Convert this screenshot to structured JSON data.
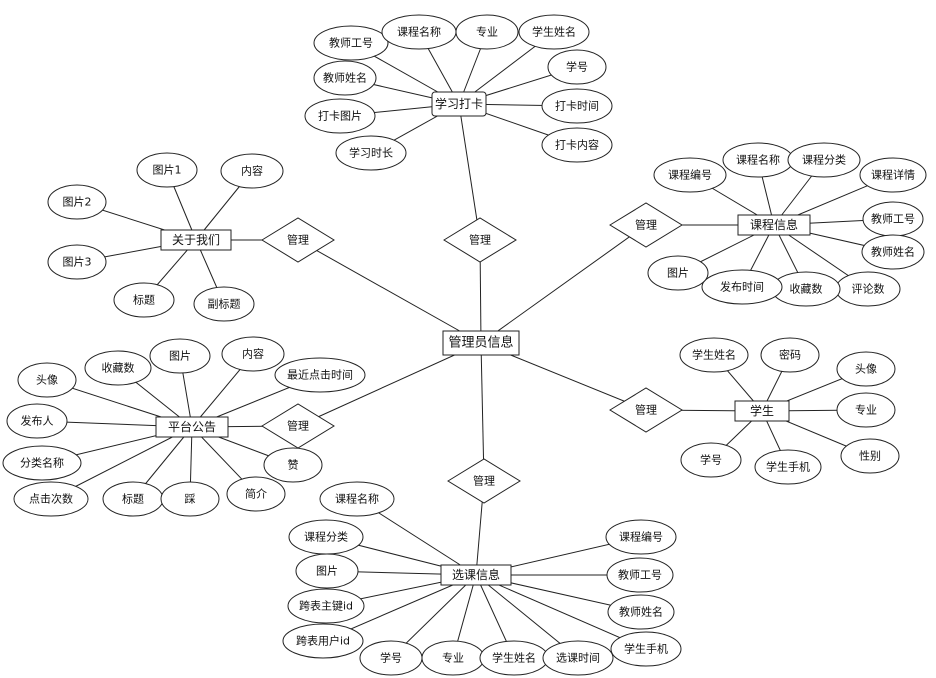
{
  "central": {
    "label": "管理员信息"
  },
  "relationships": [
    {
      "id": "r-top",
      "label": "管理"
    },
    {
      "id": "r-left-top",
      "label": "管理"
    },
    {
      "id": "r-left-bottom",
      "label": "管理"
    },
    {
      "id": "r-right-top",
      "label": "管理"
    },
    {
      "id": "r-right-bottom",
      "label": "管理"
    },
    {
      "id": "r-bottom",
      "label": "管理"
    }
  ],
  "entities": {
    "study_checkin": {
      "label": "学习打卡",
      "attributes": [
        "教师工号",
        "课程名称",
        "专业",
        "学生姓名",
        "学号",
        "打卡时间",
        "打卡内容",
        "学习时长",
        "打卡图片",
        "教师姓名"
      ]
    },
    "about_us": {
      "label": "关于我们",
      "attributes": [
        "图片1",
        "内容",
        "图片2",
        "图片3",
        "标题",
        "副标题"
      ]
    },
    "announcement": {
      "label": "平台公告",
      "attributes": [
        "头像",
        "收藏数",
        "图片",
        "内容",
        "最近点击时间",
        "发布人",
        "分类名称",
        "点击次数",
        "标题",
        "踩",
        "简介",
        "赞"
      ]
    },
    "course_info": {
      "label": "课程信息",
      "attributes": [
        "课程编号",
        "课程名称",
        "课程分类",
        "课程详情",
        "教师工号",
        "教师姓名",
        "评论数",
        "收藏数",
        "发布时间",
        "图片"
      ]
    },
    "student": {
      "label": "学生",
      "attributes": [
        "学生姓名",
        "密码",
        "头像",
        "专业",
        "性别",
        "学生手机",
        "学号"
      ]
    },
    "enrollment": {
      "label": "选课信息",
      "attributes": [
        "课程名称",
        "课程分类",
        "图片",
        "跨表主键id",
        "跨表用户id",
        "学号",
        "专业",
        "学生姓名",
        "选课时间",
        "学生手机",
        "教师姓名",
        "教师工号",
        "课程编号"
      ]
    }
  }
}
